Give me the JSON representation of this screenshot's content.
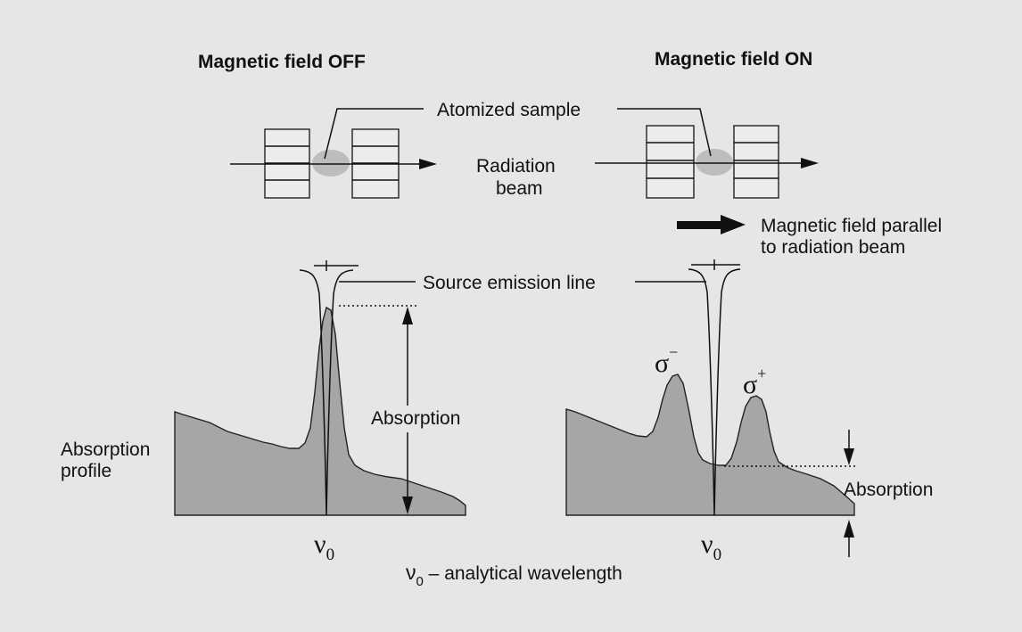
{
  "headers": {
    "off": "Magnetic field OFF",
    "on": "Magnetic field ON"
  },
  "labels": {
    "atomized_sample": "Atomized sample",
    "radiation_beam_1": "Radiation",
    "radiation_beam_2": "beam",
    "field_parallel_1": "Magnetic field parallel",
    "field_parallel_2": "to radiation beam",
    "source_emission_line": "Source emission line",
    "absorption_left": "Absorption",
    "absorption_profile_1": "Absorption",
    "absorption_profile_2": "profile",
    "absorption_right": "Absorption",
    "sigma_minus_base": "σ",
    "sigma_minus_sup": "−",
    "sigma_plus_base": "σ",
    "sigma_plus_sup": "+",
    "nu0_left_base": "ν",
    "nu0_left_sub": "0",
    "nu0_right_base": "ν",
    "nu0_right_sub": "0",
    "caption_base": "ν",
    "caption_sub": "0",
    "caption_text": " – analytical wavelength"
  },
  "colors": {
    "background": "#e6e6e6",
    "profile_fill": "#a6a6a6",
    "sample_cloud": "#bdbdbd",
    "ink": "#111111"
  }
}
